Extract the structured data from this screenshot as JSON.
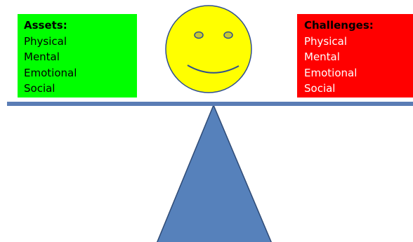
{
  "assets": {
    "title": "Assets:",
    "items": [
      "Physical",
      "Mental",
      "Emotional",
      "Social"
    ],
    "color": "#00ff00"
  },
  "challenges": {
    "title": "Challenges:",
    "items": [
      "Physical",
      "Mental",
      "Emotional",
      "Social"
    ],
    "color": "#ff0000"
  },
  "smiley": {
    "face_color": "#ffff00",
    "outline_color": "#2f4f8f",
    "eye_color": "#c8c832"
  },
  "balance": {
    "beam_color": "#5a7db5",
    "fulcrum_color": "#5681bb",
    "fulcrum_outline": "#2e4a75"
  }
}
